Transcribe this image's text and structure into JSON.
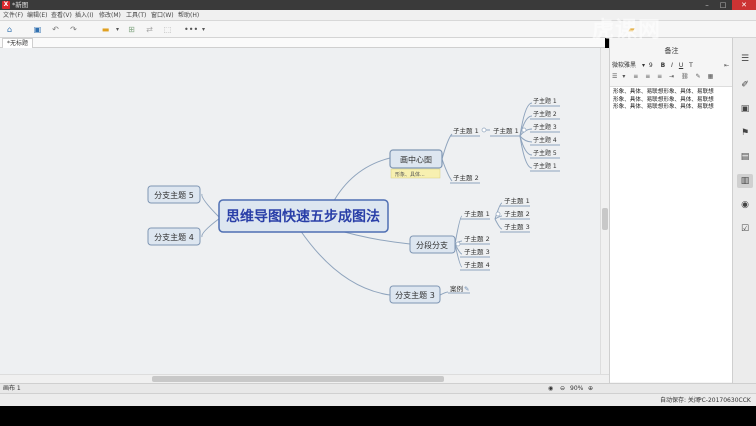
{
  "app": {
    "title": "*新图"
  },
  "menu": [
    "文件(F)",
    "编辑(E)",
    "查看(V)",
    "插入(I)",
    "修改(M)",
    "工具(T)",
    "窗口(W)",
    "帮助(H)"
  ],
  "document_tab": "*无标题",
  "mindmap": {
    "central": "思维导图快速五步成图法",
    "branches": {
      "b1": "画中心图",
      "b2": "分段分支",
      "b3": "分支主题 3",
      "b4": "分支主题 4",
      "b5": "分支主题 5"
    },
    "b1_note": "形象、具体...",
    "b1_children": [
      "子主题 1",
      "子主题 2"
    ],
    "b1_c1_child": "子主题 1",
    "b1_c1_c1_children": [
      "子主题 1",
      "子主题 2",
      "子主题 3",
      "子主题 4",
      "子主题 5",
      "子主题 1"
    ],
    "b2_children": [
      "子主题 1",
      "子主题 2",
      "子主题 3",
      "子主题 4"
    ],
    "b2_c1_children": [
      "子主题 1",
      "子主题 2",
      "子主题 3"
    ],
    "b3_child": "案例",
    "colors": {
      "line": "#8fa4bd",
      "central_text": "#2a3fa8",
      "node_fill": "#dde6f0",
      "node_border": "#7f96b3",
      "note_fill": "#f7f0b0"
    }
  },
  "notes_panel": {
    "title": "备注",
    "font": "微软雅黑",
    "font_size": "9",
    "format_buttons": [
      "B",
      "I",
      "U",
      "T"
    ],
    "body_lines": [
      "形象、具体、易联想形象、具体、易联想",
      "形象、具体、易联想形象、具体、易联想",
      "形象、具体、易联想形象、具体、易联想"
    ]
  },
  "status_bar": {
    "sheet": "画布 1",
    "zoom": "90%",
    "autosave": "自动保存: 关闭",
    "computer": "PC-20170630CCK"
  },
  "watermark": "虎课网"
}
